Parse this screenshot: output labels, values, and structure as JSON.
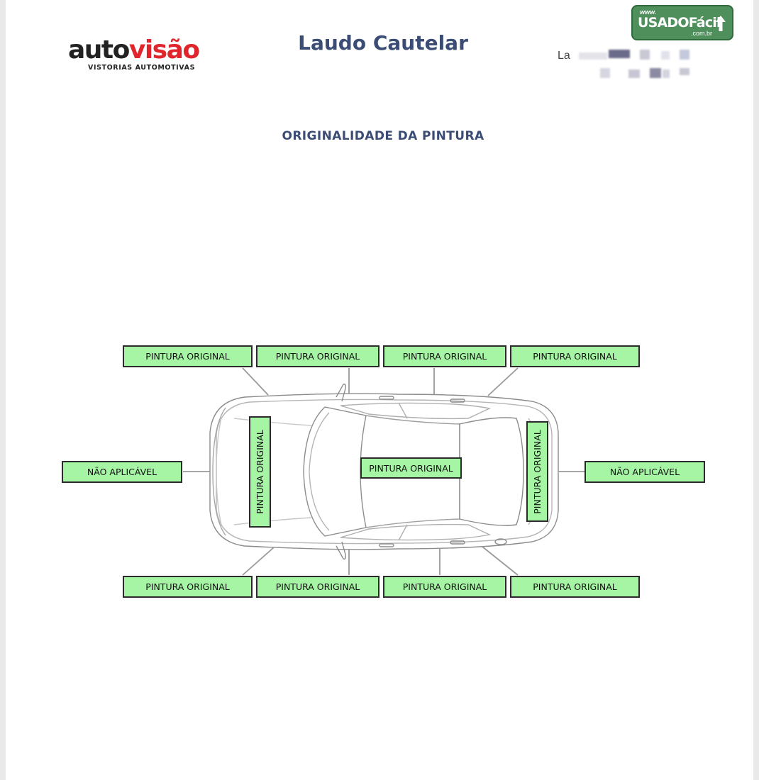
{
  "header": {
    "logo": {
      "part1": "auto",
      "part2": "visão",
      "subtitle": "VISTORIAS AUTOMOTIVAS"
    },
    "title": "Laudo Cautelar",
    "info_prefix": "La"
  },
  "badge": {
    "www": "www.",
    "name": "USADOFácil",
    "domain": ".com.br"
  },
  "section": {
    "title": "ORIGINALIDADE DA PINTURA"
  },
  "panels": {
    "top": [
      "PINTURA ORIGINAL",
      "PINTURA ORIGINAL",
      "PINTURA ORIGINAL",
      "PINTURA ORIGINAL"
    ],
    "bottom": [
      "PINTURA ORIGINAL",
      "PINTURA ORIGINAL",
      "PINTURA ORIGINAL",
      "PINTURA ORIGINAL"
    ],
    "front": "NÃO APLICÁVEL",
    "rear": "NÃO APLICÁVEL",
    "hood": "PINTURA ORIGINAL",
    "roof": "PINTURA ORIGINAL",
    "trunk": "PINTURA ORIGINAL"
  },
  "colors": {
    "title_blue": "#3b4d75",
    "label_green": "#a6f5a4",
    "logo_red": "#e0252c",
    "badge_green": "#4f8f5c"
  }
}
